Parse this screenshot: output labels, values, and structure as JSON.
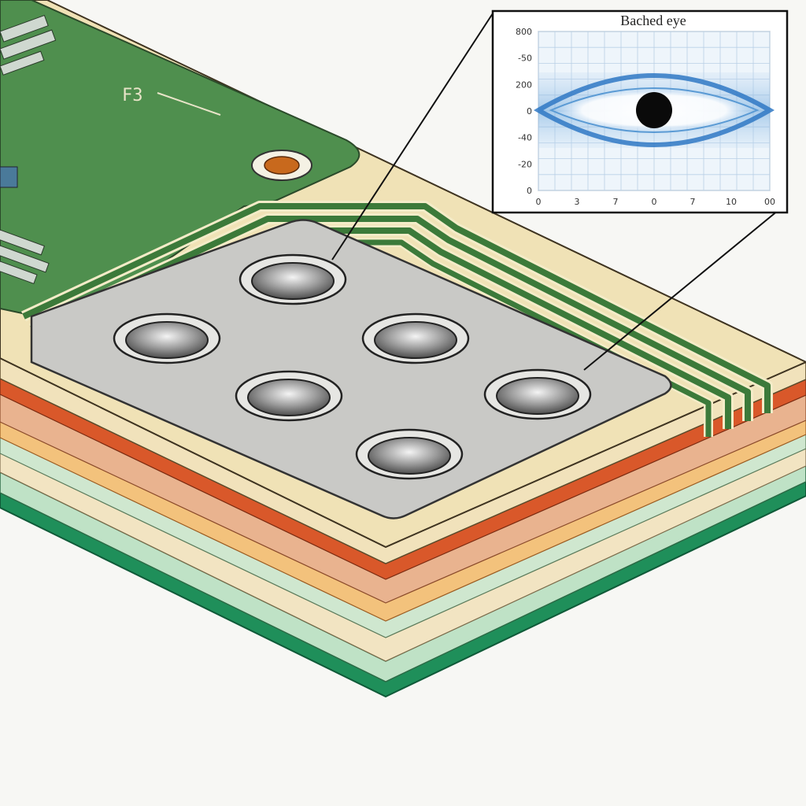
{
  "board": {
    "silkscreen_label": "F3",
    "layer_colors": [
      "#f1e2bb",
      "#d9582a",
      "#e9b38f",
      "#f3c27c",
      "#f4e7c8",
      "#bfe2c6",
      "#f2e4c2",
      "#1f8f5a"
    ],
    "substrate_color": "#f0e2b6",
    "solder_mask_color": "#4f8f4e",
    "pad_area_color": "#c9c9c6",
    "via_pad_color": "#c8691d"
  },
  "chart_data": {
    "type": "eye-diagram",
    "title": "Bached eye",
    "y_ticks": [
      "800",
      "-50",
      "200",
      "0",
      "-40",
      "-20",
      "0"
    ],
    "x_ticks": [
      "0",
      "3",
      "7",
      "0",
      "7",
      "10",
      "00"
    ],
    "grid": true,
    "trace_color": "#2f78c4"
  }
}
